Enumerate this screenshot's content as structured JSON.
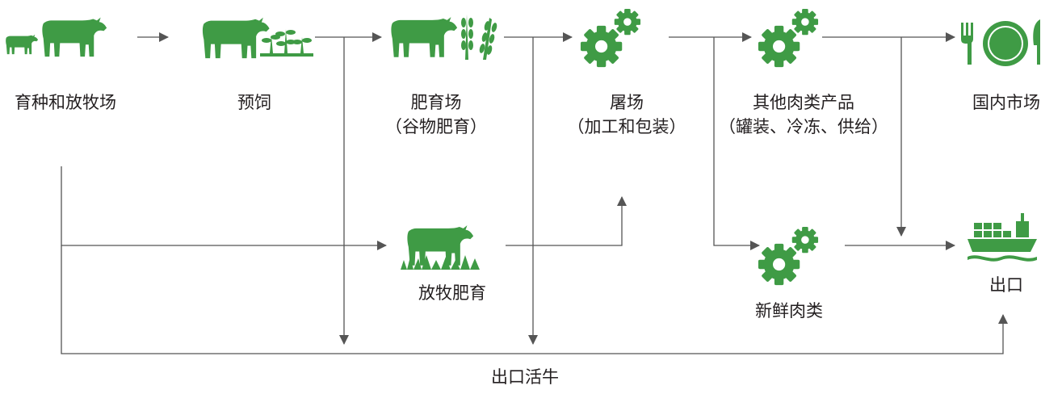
{
  "colors": {
    "icon": "#3f9b45",
    "line": "#555555",
    "text": "#231f20"
  },
  "nodes": {
    "breeding": {
      "line1": "育种和放牧场",
      "icon": "cow-with-calf-icon"
    },
    "backgrounding": {
      "line1": "预饲",
      "icon": "cow-with-pasture-icon"
    },
    "feedlot": {
      "line1": "肥育场",
      "line2": "（谷物肥育）",
      "icon": "cow-with-grain-icon"
    },
    "abattoir": {
      "line1": "屠场",
      "line2": "（加工和包装）",
      "icon": "gears-icon"
    },
    "other_meat": {
      "line1": "其他肉类产品",
      "line2": "（罐装、冷冻、供给）",
      "icon": "gears-icon"
    },
    "domestic": {
      "line1": "国内市场",
      "icon": "fork-plate-knife-icon"
    },
    "grass": {
      "line1": "放牧肥育",
      "icon": "cow-on-grass-icon"
    },
    "fresh_meat": {
      "line1": "新鲜肉类",
      "icon": "gears-icon"
    },
    "export": {
      "line1": "出口",
      "icon": "cargo-ship-icon"
    }
  },
  "live_export_label": "出口活牛"
}
